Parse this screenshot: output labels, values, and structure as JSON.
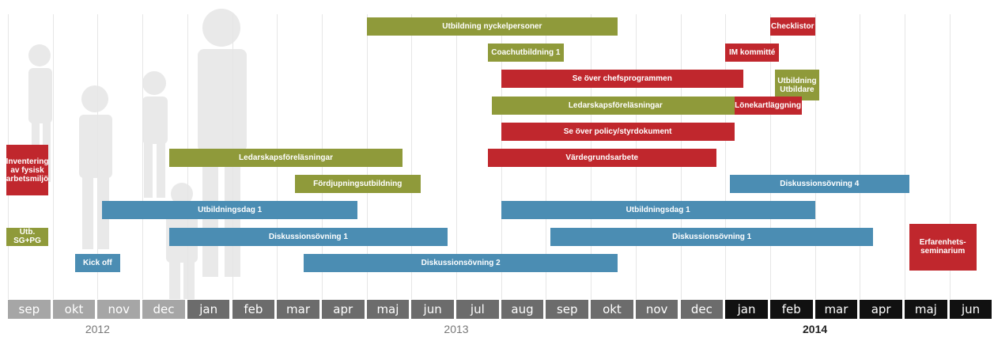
{
  "colors": {
    "olive": "#8f9a3a",
    "red": "#c0272d",
    "blue": "#4b8db3",
    "month_2012": "#a6a6a6",
    "month_2013": "#6c6c6c",
    "month_2014": "#111111"
  },
  "timeline": {
    "months": [
      {
        "label": "sep",
        "year": "2012"
      },
      {
        "label": "okt",
        "year": "2012"
      },
      {
        "label": "nov",
        "year": "2012"
      },
      {
        "label": "dec",
        "year": "2012"
      },
      {
        "label": "jan",
        "year": "2013"
      },
      {
        "label": "feb",
        "year": "2013"
      },
      {
        "label": "mar",
        "year": "2013"
      },
      {
        "label": "apr",
        "year": "2013"
      },
      {
        "label": "maj",
        "year": "2013"
      },
      {
        "label": "jun",
        "year": "2013"
      },
      {
        "label": "jul",
        "year": "2013"
      },
      {
        "label": "aug",
        "year": "2013"
      },
      {
        "label": "sep",
        "year": "2013"
      },
      {
        "label": "okt",
        "year": "2013"
      },
      {
        "label": "nov",
        "year": "2013"
      },
      {
        "label": "dec",
        "year": "2013"
      },
      {
        "label": "jan",
        "year": "2014"
      },
      {
        "label": "feb",
        "year": "2014"
      },
      {
        "label": "mar",
        "year": "2014"
      },
      {
        "label": "apr",
        "year": "2014"
      },
      {
        "label": "maj",
        "year": "2014"
      },
      {
        "label": "jun",
        "year": "2014"
      }
    ],
    "years": [
      {
        "label": "2012",
        "start": 0,
        "end": 4,
        "bold": false
      },
      {
        "label": "2013",
        "start": 4,
        "end": 16,
        "bold": false
      },
      {
        "label": "2014",
        "start": 16,
        "end": 20,
        "bold": true
      }
    ]
  },
  "activities": [
    {
      "label": "Utbildning nyckelpersoner",
      "color": "olive",
      "start": 8.0,
      "end": 13.6,
      "row": 0
    },
    {
      "label": "Checklistor",
      "color": "red",
      "start": 17.0,
      "end": 18.0,
      "row": 0
    },
    {
      "label": "Coachutbildning 1",
      "color": "olive",
      "start": 10.7,
      "end": 12.4,
      "row": 1
    },
    {
      "label": "IM kommitté",
      "color": "red",
      "start": 16.0,
      "end": 17.2,
      "row": 1
    },
    {
      "label": "Se över chefsprogrammen",
      "color": "red",
      "start": 11.0,
      "end": 16.4,
      "row": 2
    },
    {
      "label": "Utbildning Utbildare",
      "color": "olive",
      "start": 17.1,
      "end": 18.1,
      "row": 2,
      "tall": true
    },
    {
      "label": "Ledarskapsföreläsningar",
      "color": "olive",
      "start": 10.8,
      "end": 16.3,
      "row": 3
    },
    {
      "label": "Lönekartläggning",
      "color": "red",
      "start": 16.2,
      "end": 17.7,
      "row": 3
    },
    {
      "label": "Se över policy/styrdokument",
      "color": "red",
      "start": 11.0,
      "end": 16.2,
      "row": 4
    },
    {
      "label": "Ledarskapsföreläsningar",
      "color": "olive",
      "start": 3.6,
      "end": 8.8,
      "row": 5
    },
    {
      "label": "Värdegrundsarbete",
      "color": "red",
      "start": 10.7,
      "end": 15.8,
      "row": 5
    },
    {
      "label": "Inventering av fysisk arbetsmiljö",
      "color": "red",
      "start": -0.1,
      "end": 0.9,
      "row": 6,
      "tall3": true
    },
    {
      "label": "Fördjupningsutbildning",
      "color": "olive",
      "start": 6.4,
      "end": 9.2,
      "row": 6
    },
    {
      "label": "Diskussionsövning 4",
      "color": "blue",
      "start": 16.1,
      "end": 20.1,
      "row": 6
    },
    {
      "label": "Utbildningsdag 1",
      "color": "blue",
      "start": 2.1,
      "end": 7.8,
      "row": 7
    },
    {
      "label": "Utbildningsdag 1",
      "color": "blue",
      "start": 11.0,
      "end": 18.0,
      "row": 7
    },
    {
      "label": "Utb. SG+PG",
      "color": "olive",
      "start": -0.1,
      "end": 0.9,
      "row": 8
    },
    {
      "label": "Diskussionsövning 1",
      "color": "blue",
      "start": 3.6,
      "end": 9.8,
      "row": 8
    },
    {
      "label": "Diskussionsövning 1",
      "color": "blue",
      "start": 12.1,
      "end": 19.3,
      "row": 8
    },
    {
      "label": "Erfarenhets-seminarium",
      "color": "red",
      "start": 20.1,
      "end": 21.6,
      "row": 8,
      "tall2": true
    },
    {
      "label": "Kick off",
      "color": "blue",
      "start": 1.5,
      "end": 2.5,
      "row": 9
    },
    {
      "label": "Diskussionsövning 2",
      "color": "blue",
      "start": 6.6,
      "end": 13.6,
      "row": 9
    }
  ]
}
